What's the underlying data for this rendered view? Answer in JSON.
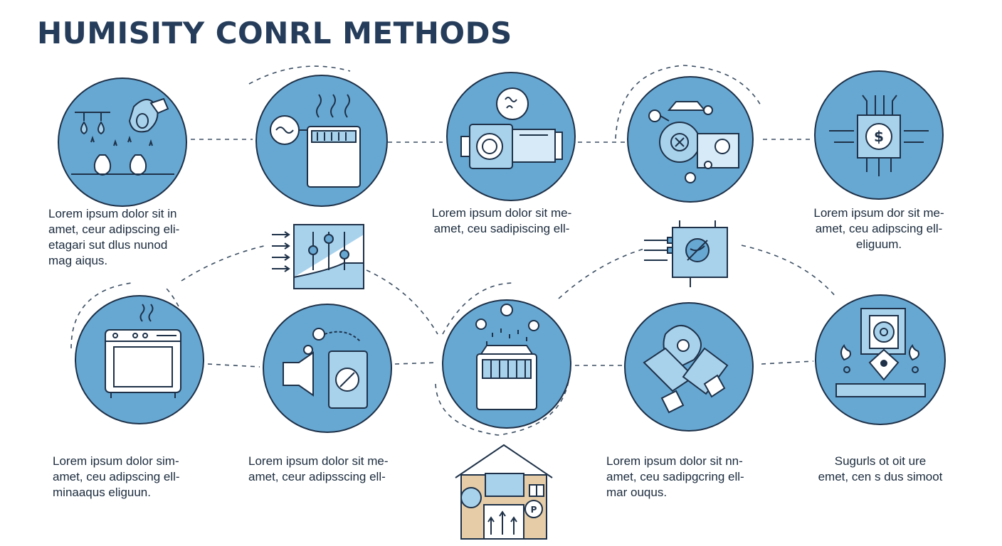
{
  "title": "HUMISITY CONRL METHODS",
  "colors": {
    "circle": "#67a8d3",
    "circle_light": "#a8d2ec",
    "outline": "#1e3148",
    "title": "#253d5a",
    "house_wall": "#e6cda8"
  },
  "methods": [
    {
      "icon": "water-droplets-icon",
      "lines": [
        "Lorem ipsum dolor sit in",
        "amet, ceur adipscing eli-",
        "etagari sut dlus nunod",
        "mag aiqus."
      ]
    },
    {
      "icon": "heater-steam-icon",
      "lines": []
    },
    {
      "icon": "pump-unit-icon",
      "lines": [
        "Lorem ipsum dolor sit me-",
        "amet, ceu sadipiscing ell-"
      ]
    },
    {
      "icon": "fan-control-icon",
      "lines": []
    },
    {
      "icon": "cost-chip-icon",
      "lines": [
        "Lorem ipsum dor sit me-",
        "amet, ceu adipscing ell-",
        "eliguum."
      ]
    },
    {
      "icon": "sliders-panel-icon",
      "lines": []
    },
    {
      "icon": "sensor-panel-icon",
      "lines": []
    },
    {
      "icon": "oven-heater-icon",
      "lines": [
        "Lorem ipsum dolor sim-",
        "amet, ceu adipscing ell-",
        "minaaqus eliguun."
      ]
    },
    {
      "icon": "ventilation-unit-icon",
      "lines": [
        "Lorem ipsum dolor sit me-",
        "amet, ceur adipsscing ell-"
      ]
    },
    {
      "icon": "humidifier-icon",
      "lines": []
    },
    {
      "icon": "air-duct-icon",
      "lines": [
        "Lorem ipsum dolor sit nn-",
        "amet, ceu sadipgcring ell-",
        "mar ouqus."
      ]
    },
    {
      "icon": "heating-fan-icon",
      "lines": [
        "Sugurls ot oit ure",
        "emet, cen s dus simoot"
      ]
    },
    {
      "icon": "house-airflow-icon",
      "lines": []
    }
  ]
}
